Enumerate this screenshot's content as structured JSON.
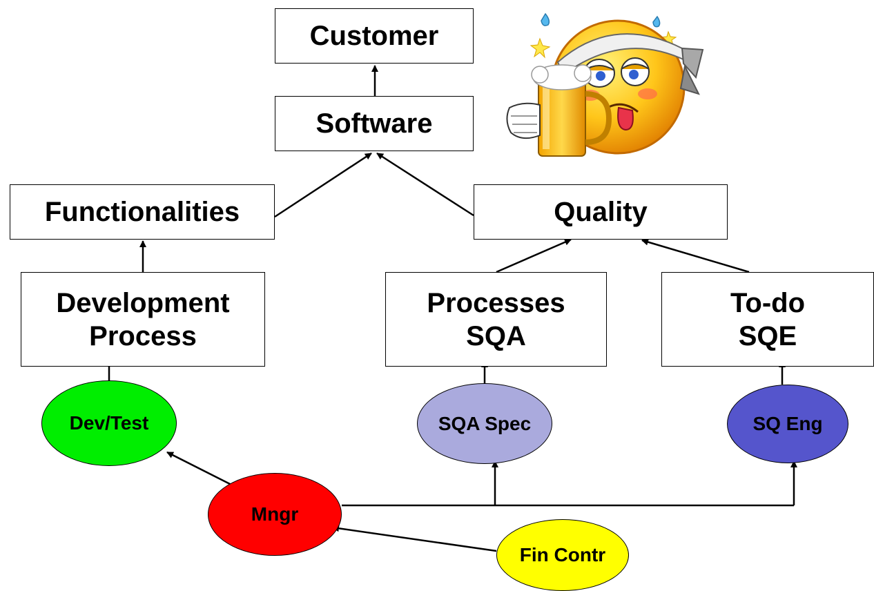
{
  "nodes": {
    "customer": {
      "label": "Customer"
    },
    "software": {
      "label": "Software"
    },
    "functionalities": {
      "label": "Functionalities"
    },
    "quality": {
      "label": "Quality"
    },
    "development_process": {
      "line1": "Development",
      "line2": "Process"
    },
    "processes_sqa": {
      "line1": "Processes",
      "line2": "SQA"
    },
    "todo_sqe": {
      "line1": "To-do",
      "line2": "SQE"
    }
  },
  "roles": {
    "dev_test": {
      "label": "Dev/Test",
      "color": "#00ee00"
    },
    "sqa_spec": {
      "label": "SQA Spec",
      "color": "#aaaadd"
    },
    "sq_eng": {
      "label": "SQ Eng",
      "color": "#5555cc"
    },
    "mngr": {
      "label": "Mngr",
      "color": "#ff0000"
    },
    "fin_contr": {
      "label": "Fin Contr",
      "color": "#ffff00"
    }
  },
  "illustration": {
    "icon": "drunk-smiley-with-beer-mug-icon"
  }
}
